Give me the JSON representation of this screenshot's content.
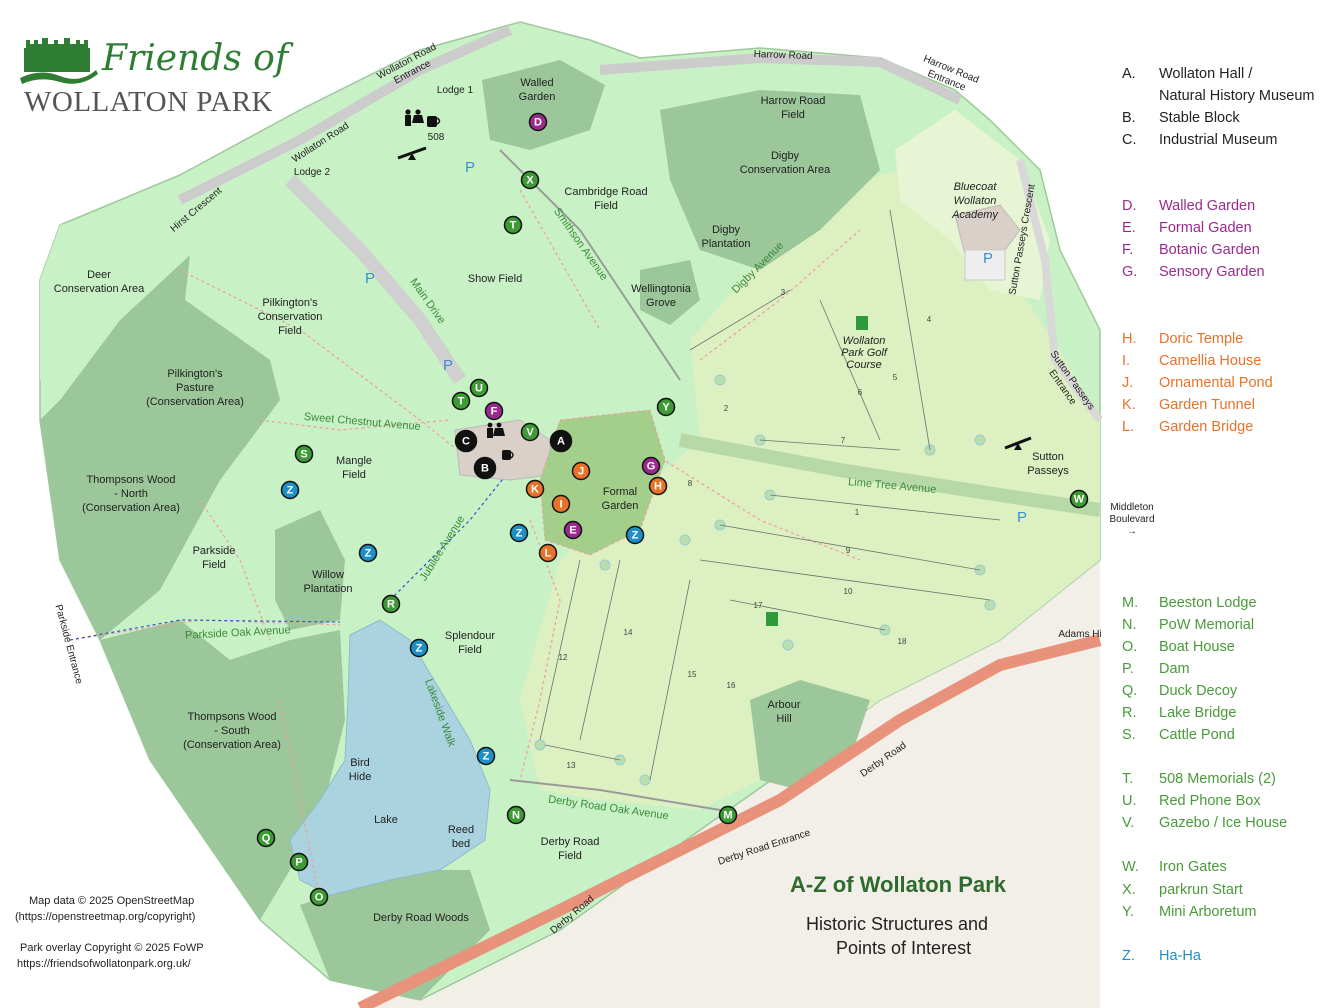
{
  "logo": {
    "line1": "Friends of",
    "line2": "WOLLATON PARK"
  },
  "title": {
    "main": "A-Z of Wollaton Park",
    "sub1": "Historic Structures and",
    "sub2": "Points of Interest"
  },
  "credits": {
    "map_data": "Map data © 2025 OpenStreetMap",
    "map_url": "(https://openstreetmap.org/copyright)",
    "overlay": "Park overlay Copyright © 2025 FoWP",
    "overlay_url": "https://friendsofwollatonpark.org.uk/"
  },
  "colors": {
    "black": "#111111",
    "purple": "#9b2a8f",
    "orange": "#e87228",
    "green": "#3e9a34",
    "blue": "#1e90c8",
    "legend_black": "#222222",
    "legend_purple": "#9b2a8f",
    "legend_orange": "#e87228",
    "legend_green": "#4a9a3a",
    "legend_blue": "#1e90c8"
  },
  "legend": [
    {
      "letter": "A.",
      "text": "Wollaton Hall /",
      "text2": "Natural History Museum",
      "group": "black"
    },
    {
      "letter": "B.",
      "text": "Stable Block",
      "group": "black"
    },
    {
      "letter": "C.",
      "text": "Industrial Museum",
      "group": "black"
    },
    {
      "letter": "D.",
      "text": "Walled Garden",
      "group": "purple"
    },
    {
      "letter": "E.",
      "text": "Formal Gaden",
      "group": "purple"
    },
    {
      "letter": "F.",
      "text": "Botanic Garden",
      "group": "purple"
    },
    {
      "letter": "G.",
      "text": "Sensory Garden",
      "group": "purple"
    },
    {
      "letter": "H.",
      "text": "Doric Temple",
      "group": "orange"
    },
    {
      "letter": "I.",
      "text": "Camellia House",
      "group": "orange"
    },
    {
      "letter": "J.",
      "text": "Ornamental Pond",
      "group": "orange"
    },
    {
      "letter": "K.",
      "text": "Garden Tunnel",
      "group": "orange"
    },
    {
      "letter": "L.",
      "text": "Garden Bridge",
      "group": "orange"
    },
    {
      "letter": "M.",
      "text": "Beeston Lodge",
      "group": "green"
    },
    {
      "letter": "N.",
      "text": "PoW Memorial",
      "group": "green"
    },
    {
      "letter": "O.",
      "text": "Boat House",
      "group": "green"
    },
    {
      "letter": "P.",
      "text": "Dam",
      "group": "green"
    },
    {
      "letter": "Q.",
      "text": "Duck Decoy",
      "group": "green"
    },
    {
      "letter": "R.",
      "text": "Lake Bridge",
      "group": "green"
    },
    {
      "letter": "S.",
      "text": "Cattle Pond",
      "group": "green"
    },
    {
      "letter": "T.",
      "text": "508 Memorials (2)",
      "group": "green"
    },
    {
      "letter": "U.",
      "text": "Red Phone Box",
      "group": "green"
    },
    {
      "letter": "V.",
      "text": "Gazebo / Ice House",
      "group": "green"
    },
    {
      "letter": "W.",
      "text": "Iron Gates",
      "group": "green"
    },
    {
      "letter": "X.",
      "text": "parkrun Start",
      "group": "green"
    },
    {
      "letter": "Y.",
      "text": "Mini Arboretum",
      "group": "green"
    },
    {
      "letter": "Z.",
      "text": "Ha-Ha",
      "group": "blue"
    }
  ],
  "areas": [
    {
      "id": "walled-garden",
      "lines": [
        "Walled",
        "Garden"
      ]
    },
    {
      "id": "harrow-road-field",
      "lines": [
        "Harrow Road",
        "Field"
      ]
    },
    {
      "id": "digby-conservation",
      "lines": [
        "Digby",
        "Conservation Area"
      ]
    },
    {
      "id": "cambridge-road-field",
      "lines": [
        "Cambridge Road",
        "Field"
      ]
    },
    {
      "id": "digby-plantation",
      "lines": [
        "Digby",
        "Plantation"
      ]
    },
    {
      "id": "bluecoat",
      "lines": [
        "Bluecoat",
        "Wollaton",
        "Academy"
      ]
    },
    {
      "id": "deer-conservation",
      "lines": [
        "Deer",
        "Conservation Area"
      ]
    },
    {
      "id": "show-field",
      "lines": [
        "Show Field"
      ]
    },
    {
      "id": "wellingtonia-grove",
      "lines": [
        "Wellingtonia",
        "Grove"
      ]
    },
    {
      "id": "pilkingtons-conservation",
      "lines": [
        "Pilkington's",
        "Conservation",
        "Field"
      ]
    },
    {
      "id": "golf-course",
      "lines": [
        "Wollaton",
        "Park Golf",
        "Course"
      ]
    },
    {
      "id": "pilkingtons-pasture",
      "lines": [
        "Pilkington's",
        "Pasture",
        "(Conservation Area)"
      ]
    },
    {
      "id": "mangle-field",
      "lines": [
        "Mangle",
        "Field"
      ]
    },
    {
      "id": "thompsons-north",
      "lines": [
        "Thompsons Wood",
        "- North",
        "(Conservation Area)"
      ]
    },
    {
      "id": "formal-garden",
      "lines": [
        "Formal",
        "Garden"
      ]
    },
    {
      "id": "sutton-passeys",
      "lines": [
        "Sutton",
        "Passeys"
      ]
    },
    {
      "id": "parkside-field",
      "lines": [
        "Parkside",
        "Field"
      ]
    },
    {
      "id": "willow-plantation",
      "lines": [
        "Willow",
        "Plantation"
      ]
    },
    {
      "id": "splendour-field",
      "lines": [
        "Splendour",
        "Field"
      ]
    },
    {
      "id": "arbour-hill",
      "lines": [
        "Arbour",
        "Hill"
      ]
    },
    {
      "id": "thompsons-south",
      "lines": [
        "Thompsons Wood",
        "- South",
        "(Conservation Area)"
      ]
    },
    {
      "id": "bird-hide",
      "lines": [
        "Bird",
        "Hide"
      ]
    },
    {
      "id": "lake",
      "lines": [
        "Lake"
      ]
    },
    {
      "id": "reed-bed",
      "lines": [
        "Reed",
        "bed"
      ]
    },
    {
      "id": "derby-road-field",
      "lines": [
        "Derby Road",
        "Field"
      ]
    },
    {
      "id": "derby-road-woods",
      "lines": [
        "Derby Road Woods"
      ]
    }
  ],
  "roads": [
    {
      "id": "wollaton-road-entrance",
      "lines": [
        "Wollaton Road",
        "Entrance"
      ]
    },
    {
      "id": "harrow-road-entrance",
      "lines": [
        "Harrow Road",
        "Entrance"
      ]
    },
    {
      "id": "harrow-road",
      "lines": [
        "Harrow Road"
      ]
    },
    {
      "id": "wollaton-road",
      "lines": [
        "Wollaton Road"
      ]
    },
    {
      "id": "hirst-crescent",
      "lines": [
        "Hirst Crescent"
      ]
    },
    {
      "id": "sutton-passeys-crescent",
      "lines": [
        "Sutton Passeys Crescent"
      ]
    },
    {
      "id": "sutton-passeys-entrance",
      "lines": [
        "Sutton Passeys",
        "Entrance"
      ]
    },
    {
      "id": "middleton-boulevard",
      "lines": [
        "Middleton",
        "Boulevard",
        "→"
      ]
    },
    {
      "id": "parkside-entrance",
      "lines": [
        "Parkside Entrance"
      ]
    },
    {
      "id": "derby-road-entrance",
      "lines": [
        "Derby Road Entrance"
      ]
    },
    {
      "id": "derby-road-1",
      "lines": [
        "Derby Road"
      ]
    },
    {
      "id": "derby-road-2",
      "lines": [
        "Derby Road"
      ]
    },
    {
      "id": "adams-hill",
      "lines": [
        "Adams Hi"
      ]
    },
    {
      "id": "lodge-1",
      "lines": [
        "Lodge 1"
      ]
    },
    {
      "id": "lodge-2",
      "lines": [
        "Lodge 2"
      ]
    },
    {
      "id": "bus-508",
      "lines": [
        "508"
      ]
    }
  ],
  "avenues": [
    {
      "id": "smithson-avenue",
      "text": "Smithson Avenue"
    },
    {
      "id": "digby-avenue",
      "text": "Digby Avenue"
    },
    {
      "id": "main-drive",
      "text": "Main Drive"
    },
    {
      "id": "sweet-chestnut-avenue",
      "text": "Sweet Chestnut Avenue"
    },
    {
      "id": "lime-tree-avenue",
      "text": "Lime Tree Avenue"
    },
    {
      "id": "jubilee-avenue",
      "text": "Jubilee Avenue"
    },
    {
      "id": "parkside-oak-avenue",
      "text": "Parkside Oak Avenue"
    },
    {
      "id": "lakeside-walk",
      "text": "Lakeside Walk"
    },
    {
      "id": "derby-road-oak-avenue",
      "text": "Derby Road Oak Avenue"
    }
  ],
  "parking": [
    "P",
    "P",
    "P",
    "P",
    "P"
  ],
  "golf_holes": [
    "1",
    "2",
    "3",
    "4",
    "5",
    "6",
    "7",
    "8",
    "9",
    "10",
    "12",
    "13",
    "14",
    "15",
    "16",
    "17",
    "18"
  ],
  "markers": [
    {
      "letter": "A",
      "group": "black"
    },
    {
      "letter": "B",
      "group": "black"
    },
    {
      "letter": "C",
      "group": "black"
    },
    {
      "letter": "D",
      "group": "purple"
    },
    {
      "letter": "E",
      "group": "purple"
    },
    {
      "letter": "F",
      "group": "purple"
    },
    {
      "letter": "G",
      "group": "purple"
    },
    {
      "letter": "H",
      "group": "orange"
    },
    {
      "letter": "I",
      "group": "orange"
    },
    {
      "letter": "J",
      "group": "orange"
    },
    {
      "letter": "K",
      "group": "orange"
    },
    {
      "letter": "L",
      "group": "orange"
    },
    {
      "letter": "M",
      "group": "green"
    },
    {
      "letter": "N",
      "group": "green"
    },
    {
      "letter": "O",
      "group": "green"
    },
    {
      "letter": "P",
      "group": "green"
    },
    {
      "letter": "Q",
      "group": "green"
    },
    {
      "letter": "R",
      "group": "green"
    },
    {
      "letter": "S",
      "group": "green"
    },
    {
      "letter": "T",
      "group": "green"
    },
    {
      "letter": "T",
      "group": "green"
    },
    {
      "letter": "U",
      "group": "green"
    },
    {
      "letter": "V",
      "group": "green"
    },
    {
      "letter": "W",
      "group": "green"
    },
    {
      "letter": "X",
      "group": "green"
    },
    {
      "letter": "Y",
      "group": "green"
    },
    {
      "letter": "Z",
      "group": "blue"
    },
    {
      "letter": "Z",
      "group": "blue"
    },
    {
      "letter": "Z",
      "group": "blue"
    },
    {
      "letter": "Z",
      "group": "blue"
    },
    {
      "letter": "Z",
      "group": "blue"
    },
    {
      "letter": "Z",
      "group": "blue"
    },
    {
      "letter": "Z",
      "group": "blue"
    }
  ]
}
